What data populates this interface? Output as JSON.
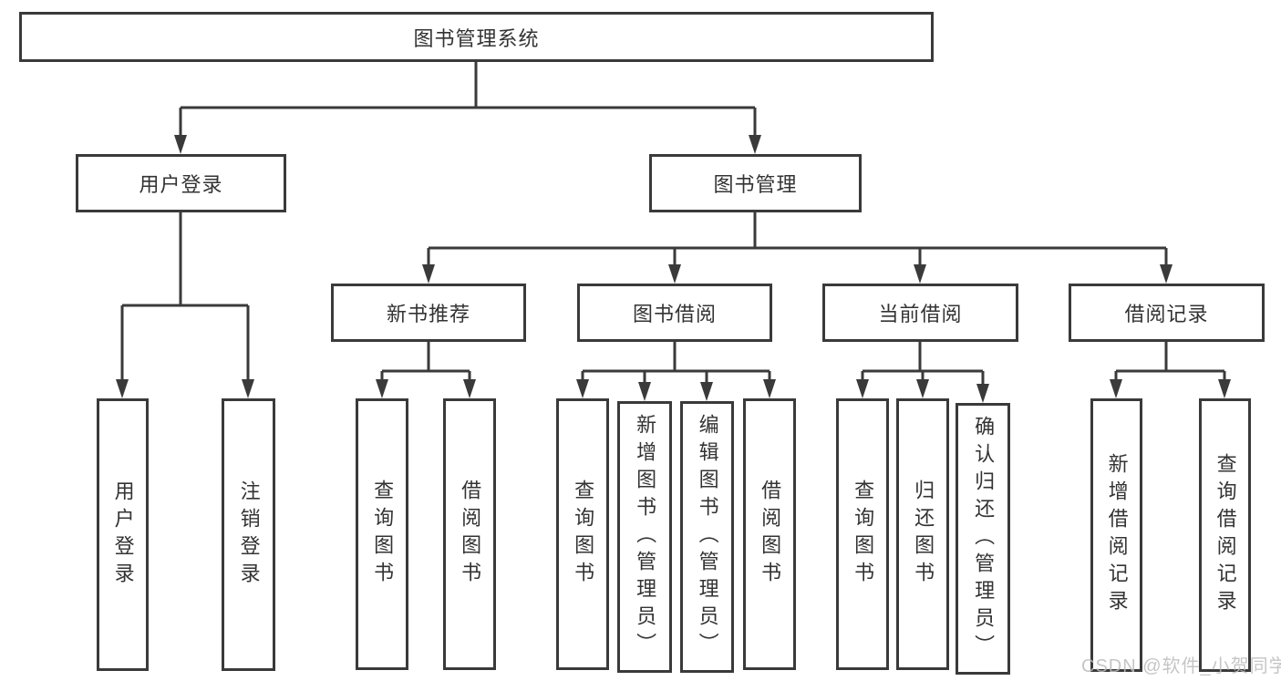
{
  "diagram_title": "图书管理系统",
  "colors": {
    "line": "#3a3a3a",
    "text": "#333333",
    "background": "#ffffff",
    "watermark": "#bcbcbc"
  },
  "tree": {
    "label": "图书管理系统",
    "children": [
      {
        "label": "用户登录",
        "children": [
          {
            "label": "用户登录"
          },
          {
            "label": "注销登录"
          }
        ]
      },
      {
        "label": "图书管理",
        "children": [
          {
            "label": "新书推荐",
            "children": [
              {
                "label": "查询图书"
              },
              {
                "label": "借阅图书"
              }
            ]
          },
          {
            "label": "图书借阅",
            "children": [
              {
                "label": "查询图书"
              },
              {
                "label": "新增图书（管理员）"
              },
              {
                "label": "编辑图书（管理员）"
              },
              {
                "label": "借阅图书"
              }
            ]
          },
          {
            "label": "当前借阅",
            "children": [
              {
                "label": "查询图书"
              },
              {
                "label": "归还图书"
              },
              {
                "label": "确认归还（管理员）"
              }
            ]
          },
          {
            "label": "借阅记录",
            "children": [
              {
                "label": "新增借阅记录"
              },
              {
                "label": "查询借阅记录"
              }
            ]
          }
        ]
      }
    ]
  },
  "watermark": {
    "text": "CSDN @软件_小贺同学"
  }
}
